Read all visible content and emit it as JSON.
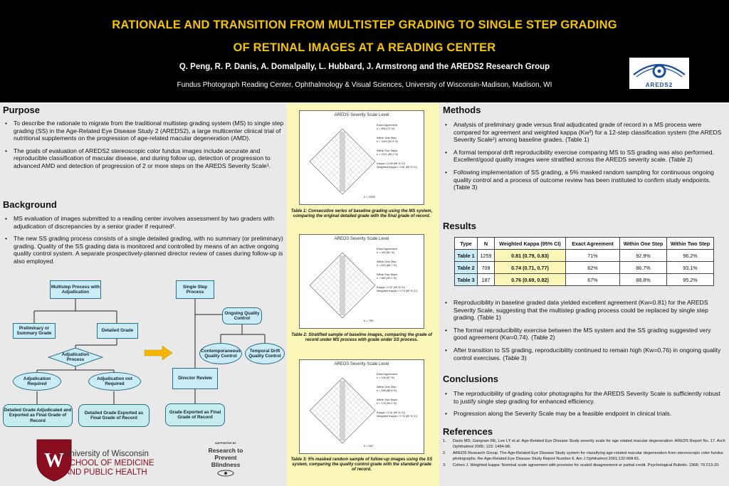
{
  "header": {
    "title_line1": "RATIONALE AND TRANSITION FROM MULTISTEP GRADING TO SINGLE STEP GRADING",
    "title_line2": "OF RETINAL IMAGES AT A READING CENTER",
    "authors": "Q. Peng, R. P. Danis, A. Domalpally, L. Hubbard, J. Armstrong and the AREDS2 Research Group",
    "affiliation": "Fundus Photograph Reading Center, Ophthalmology & Visual Sciences, University of Wisconsin-Madison, Madison, WI",
    "logo_text": "AREDS2"
  },
  "purpose": {
    "heading": "Purpose",
    "items": [
      "To describe the rationale to migrate from the traditional multistep grading system (MS) to single step grading (SS) in the Age-Related Eye Disease Study 2 (AREDS2), a large multicenter clinical trial of nutritional supplements on the progression of age-related macular degeneration (AMD).",
      "The goals of evaluation of AREDS2 stereoscopic color fundus images include accurate and reproducible classification of macular disease, and during follow up, detection of progression to advanced  AMD and detection of progression of 2 or more steps on the AREDS Severity Scale¹."
    ]
  },
  "background": {
    "heading": "Background",
    "items": [
      "MS evaluation of images submitted to a reading center involves assessment by two graders with adjudication of discrepancies by a senior grader if required².",
      "The new SS grading process consists of a single detailed grading, with no summary (or preliminary) grading. Quality of the SS grading data is monitored and controlled by means of an active ongoing quality control system. A separate prospectively-planned director review of cases during follow-up is also employed."
    ]
  },
  "flowchart": {
    "ms_process": "Multistep Process with Adjudication",
    "preliminary": "Preliminary or Summary Grade",
    "detailed": "Detailed Grade",
    "adjudication_process": "Adjudication Process",
    "adj_required": "Adjudication Required",
    "adj_not_required": "Adjudication not Required",
    "final_adjudicated": "Detailed Grade Adjudicated and Exported as Final Grade of Record",
    "final_exported": "Detailed Grade Exported as Final Grade of Record",
    "ss_process": "Single Step Process",
    "ongoing_qc": "Ongoing Quality Control",
    "contemporaneous_qc": "Contemporaneous Quality Control",
    "temporal_drift_qc": "Temporal Drift Quality Control",
    "director_review": "Director Review",
    "grade_exported": "Grade Exported as Final Grade of Record"
  },
  "figures": [
    {
      "title": "AREDS Severity Scale Level",
      "stats": [
        "Exact Agreement",
        "n = 895   (71 %)",
        "Within One Step",
        "n = 1169   (92.9 %)",
        "Within Two Steps",
        "n = 1211   (96.2 %)",
        "Kappa = 0.65  (95 % CI)",
        "Weighted Kappa = 0.81 (95 % CI)"
      ],
      "n_label": "n = 1259",
      "caption": "Table 1: Consecutive series of baseline grading using the MS system, comparing the original detailed grade with the final grade of record."
    },
    {
      "title": "AREDS Severity Scale Level",
      "stats": [
        "Exact Agreement",
        "n = 440   (62 %)",
        "Within One Step",
        "n = 615   (86.7 %)",
        "Within Two Steps",
        "n = 660   (93.1 %)",
        "Kappa = 0.57  (95 % CI)",
        "Weighted Kappa = 0.74 (95 % CI)"
      ],
      "n_label": "n = 709",
      "caption": "Table 2: Stratified sample of baseline images, comparing the grade of record  under MS process with grade  under SS process."
    },
    {
      "title": "AREDS Severity Scale Level",
      "stats": [
        "Exact Agreement",
        "n = 126   (67 %)",
        "Within One Step",
        "n = 166   (88.8 %)",
        "Within Two Steps",
        "n = 178   (95.2 %)",
        "Kappa = 0.61  (95 % CI)",
        "Weighted Kappa = 0.76 (95 % CI)"
      ],
      "n_label": "n = 187",
      "caption": "Table 3: 5% masked random sample of follow-up images using the SS system, comparing the quality control grade with the standard grade of record."
    }
  ],
  "methods": {
    "heading": "Methods",
    "items": [
      "Analysis of preliminary grade versus final adjudicated grade of record in a MS process were compared for agreement and weighted kappa (Kw³) for a 12-step classification system (the AREDS Severity Scale¹) among baseline grades. (Table 1)",
      "A formal temporal drift reproducibility exercise comparing MS to SS grading was also performed. Excellent/good quality images were stratified across the AREDS severity scale. (Table 2)",
      "Following implementation of SS grading, a 5% masked random sampling for continuous ongoing quality control and a process of outcome review has been instituted to confirm study endpoints. (Table 3)"
    ]
  },
  "results": {
    "heading": "Results",
    "columns": [
      "Type",
      "N",
      "Weighted Kappa (95% CI)",
      "Exact  Agreement",
      "Within One Step",
      "Within Two Step"
    ],
    "rows": [
      [
        "Table 1",
        "1259",
        "0.81 (0.79, 0.83)",
        "71%",
        "92.9%",
        "96.2%"
      ],
      [
        "Table 2",
        "709",
        "0.74 (0.71, 0.77)",
        "62%",
        "86.7%",
        "93.1%"
      ],
      [
        "Table 3",
        "187",
        "0.76 (0.69, 0.82)",
        "67%",
        "88.8%",
        "95.2%"
      ]
    ],
    "items": [
      "Reproducibility in baseline graded data yielded excellent agreement (Kw=0.81) for the AREDS Severity Scale, suggesting that the multistep grading process could be replaced by single step grading. (Table 1)",
      "The formal reproducibility exercise between the MS system and the SS grading suggested very good agreement (Kw=0.74). (Table 2)",
      "After transition to SS grading, reproducibility continued to remain high (Kw=0.76) in ongoing quality control exercises. (Table 3)"
    ]
  },
  "conclusions": {
    "heading": "Conclusions",
    "items": [
      "The reproducibility of grading color photographs for the AREDS Severity Scale is sufficiently robust to justify single step grading for enhanced efficiency.",
      "Progression along the Severity Scale may be a feasible endpoint in clinical trials."
    ]
  },
  "references": {
    "heading": "References",
    "items": [
      "Davis MD, Gangnon RE, Lee LY et al. Age-Related Eye Disease Study severity scale for age related macular degeneration: AREDS Report No. 17. Arch Ophthalmol 2005; 123: 1484-98.",
      "AREDS Research Group. The Age-Related Eye Disease Study system for classifying age-related macular degeneration from stereoscopic color fundus photographs: the Age-Related Eye Disease Study Report Number 6. Am J Ophthalmol 2001;132:668-81.",
      "Cohen J. Weighted kappa: Nominal scale agreement with provision for scaled disagreement or partial credit. Psychological Bulletin. 1968; 70:213-20."
    ]
  },
  "footer": {
    "uw_line1": "University of Wisconsin",
    "uw_line2": "SCHOOL OF MEDICINE",
    "uw_line3": "AND PUBLIC HEALTH",
    "supported_by": "SUPPORTED BY",
    "rpb_line1": "Research to",
    "rpb_line2": "Prevent",
    "rpb_line3": "Blindness"
  },
  "colors": {
    "title": "#f5c400",
    "box": "#c9ecf6",
    "arrow": "#f5b400",
    "uw": "#8a0d20"
  }
}
